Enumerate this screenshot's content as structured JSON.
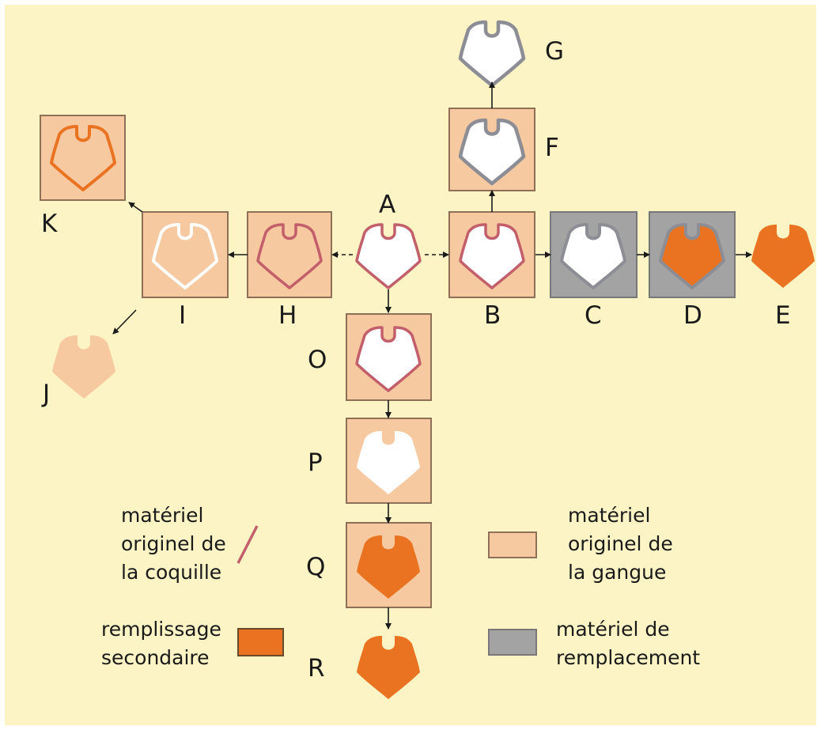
{
  "stages": [
    "A",
    "B",
    "C",
    "D",
    "E",
    "F",
    "G",
    "H",
    "I",
    "J",
    "K",
    "O",
    "P",
    "Q",
    "R"
  ],
  "legend": {
    "shell_original": "matériel\noriginel de\nla coquille",
    "matrix_original": "matériel\noriginel de\nla gangue",
    "secondary_fill": "remplissage\nsecondaire",
    "replacement": "matériel de\nremplacement"
  },
  "colors": {
    "background": "#fdf4c6",
    "matrix": "#f7c9a0",
    "matrix_border": "#8f6f55",
    "replacement": "#a3a3a3",
    "secondary_fill": "#e97320",
    "shell": "#c25f6b",
    "white": "#ffffff",
    "replacement_outline": "#8d8d95"
  }
}
